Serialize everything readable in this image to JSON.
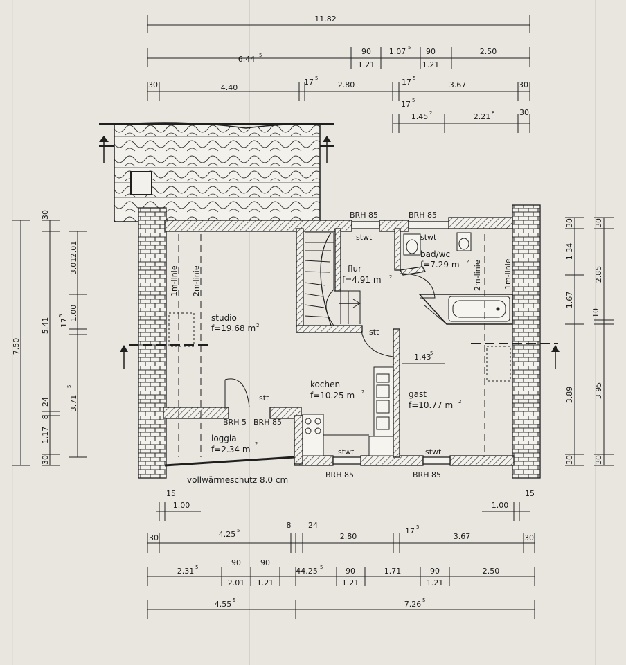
{
  "colors": {
    "paper": "#e9e6df",
    "ink": "#1f1f1f",
    "hatch": "#3a3a3a",
    "shade": "#f1efea"
  },
  "rooms": [
    {
      "id": "studio",
      "name": "studio",
      "area": "f=19.68 m",
      "sup": "2"
    },
    {
      "id": "flur",
      "name": "flur",
      "area": "f=4.91 m",
      "sup": "2"
    },
    {
      "id": "bad",
      "name": "bad/wc",
      "area": "f=7.29 m",
      "sup": "2"
    },
    {
      "id": "kochen",
      "name": "kochen",
      "area": "f=10.25 m",
      "sup": "2"
    },
    {
      "id": "gast",
      "name": "gast",
      "area": "f=10.77 m",
      "sup": "2"
    },
    {
      "id": "loggia",
      "name": "loggia",
      "area": "f=2.34 m",
      "sup": "2"
    }
  ],
  "labels": {
    "stwt": "stwt",
    "stt": "stt",
    "brh85": "BRH  85",
    "brh5": "BRH  5",
    "m1linie": "1m-linie",
    "m2linie": "2m-linie",
    "insulation": "vollwärmeschutz  8.0 cm"
  },
  "top_dims": {
    "total": "11.82",
    "r2": {
      "a": "6.44",
      "a_sup": "5",
      "b": "90",
      "b2": "1.21",
      "c": "1.07",
      "c_sup": "5",
      "d": "90",
      "d2": "1.21",
      "e": "2.50"
    },
    "r3": {
      "a": "30",
      "b": "4.40",
      "c": "17",
      "c_sup": "5",
      "d": "2.80",
      "e": "17",
      "e_sup": "5",
      "f": "3.67",
      "g": "30"
    },
    "r4": {
      "a": "17",
      "a_sup": "5",
      "b": "1.45",
      "b_sup": "2",
      "c": "2.21",
      "c_sup": "8",
      "d": "30"
    }
  },
  "bottom_dims": {
    "r1": {
      "a": "15",
      "b": "1.00",
      "c": "1.00",
      "d": "15"
    },
    "r2": {
      "a": "30",
      "b": "4.25",
      "b_sup": "5",
      "c": "8",
      "d": "24",
      "e": "2.80",
      "f": "17",
      "f_sup": "5",
      "g": "3.67",
      "h": "30"
    },
    "r3": {
      "a": "2.31",
      "a_sup": "5",
      "b": "90",
      "b2": "2.01",
      "c": "90",
      "c2": "1.21",
      "d": "44.25",
      "d_sup": "5",
      "e": "90",
      "e2": "1.21",
      "f": "1.71",
      "g": "90",
      "g2": "1.21",
      "h": "2.50"
    },
    "r4": {
      "a": "4.55",
      "a_sup": "5",
      "b": "7.26",
      "b_sup": "5"
    }
  },
  "left_dims": {
    "total": "7.50",
    "sub": "5.41",
    "s30": "30",
    "s175": "17",
    "s175_sup": "5",
    "s24": "24",
    "s8": "8",
    "s117": "1.17",
    "s30b": "30",
    "v1": "3.01",
    "v2": "2.01",
    "v3": "1.00",
    "v4": "3.71",
    "v4_sup": "5"
  },
  "right_dims": {
    "a": "30",
    "b": "1.34",
    "c": "1.67",
    "d": "3.89",
    "e": "30",
    "f": "30",
    "g": "2.85",
    "h": "10",
    "i": "3.95",
    "j": "30"
  },
  "inner_dims": {
    "d1": "1.43",
    "d1_sup": "5"
  }
}
